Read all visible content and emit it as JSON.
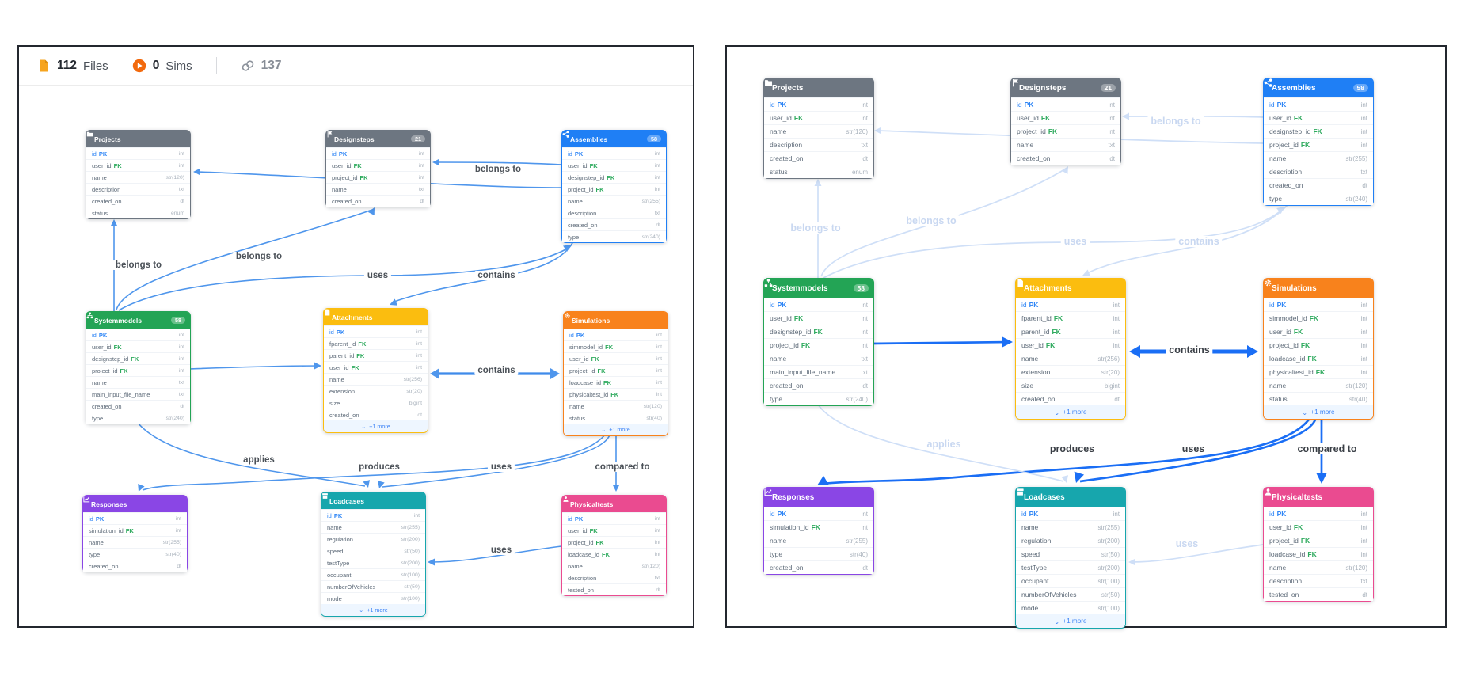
{
  "toolbar": {
    "files": {
      "count": "112",
      "label": "Files"
    },
    "sims": {
      "count": "0",
      "label": "Sims"
    },
    "links": {
      "count": "137"
    }
  },
  "more_label": "+1 more",
  "colors": {
    "edge": "#4f96ec",
    "edge_bold": "#1a6ef5",
    "edge_faded": "#cfdff7",
    "pk": "#2f86f6",
    "fk": "#2eaa5e",
    "gray_header": "#6d7681",
    "blue_header": "#1f7ff5",
    "green_header": "#23a455",
    "amber_header": "#fbbd0f",
    "orange_header": "#f8821c",
    "purple_header": "#8a46e5",
    "teal_header": "#17a6ad",
    "pink_header": "#ea4b90"
  },
  "table_order": [
    "projects",
    "designsteps",
    "assemblies",
    "systemmodels",
    "attachments",
    "simulations",
    "responses",
    "loadcases",
    "physicaltests"
  ],
  "tables": {
    "projects": {
      "title": "Projects",
      "icon": "folder-icon",
      "color": "#6d7681",
      "badge": "",
      "more": "",
      "fields": [
        {
          "n": "id",
          "k": "PK",
          "t": "int"
        },
        {
          "n": "user_id",
          "k": "FK",
          "t": "int"
        },
        {
          "n": "name",
          "k": "",
          "t": "str(120)"
        },
        {
          "n": "description",
          "k": "",
          "t": "txt"
        },
        {
          "n": "created_on",
          "k": "",
          "t": "dt"
        },
        {
          "n": "status",
          "k": "",
          "t": "enum"
        }
      ]
    },
    "designsteps": {
      "title": "Designsteps",
      "icon": "flag-icon",
      "color": "#6d7681",
      "badge": "21",
      "more": "",
      "fields": [
        {
          "n": "id",
          "k": "PK",
          "t": "int"
        },
        {
          "n": "user_id",
          "k": "FK",
          "t": "int"
        },
        {
          "n": "project_id",
          "k": "FK",
          "t": "int"
        },
        {
          "n": "name",
          "k": "",
          "t": "txt"
        },
        {
          "n": "created_on",
          "k": "",
          "t": "dt"
        }
      ]
    },
    "assemblies": {
      "title": "Assemblies",
      "icon": "nodes-icon",
      "color": "#1f7ff5",
      "badge": "58",
      "more": "",
      "fields": [
        {
          "n": "id",
          "k": "PK",
          "t": "int"
        },
        {
          "n": "user_id",
          "k": "FK",
          "t": "int"
        },
        {
          "n": "designstep_id",
          "k": "FK",
          "t": "int"
        },
        {
          "n": "project_id",
          "k": "FK",
          "t": "int"
        },
        {
          "n": "name",
          "k": "",
          "t": "str(255)"
        },
        {
          "n": "description",
          "k": "",
          "t": "txt"
        },
        {
          "n": "created_on",
          "k": "",
          "t": "dt"
        },
        {
          "n": "type",
          "k": "",
          "t": "str(240)"
        }
      ]
    },
    "systemmodels": {
      "title": "Systemmodels",
      "icon": "sitemap-icon",
      "color": "#23a455",
      "badge": "58",
      "more": "",
      "fields": [
        {
          "n": "id",
          "k": "PK",
          "t": "int"
        },
        {
          "n": "user_id",
          "k": "FK",
          "t": "int"
        },
        {
          "n": "designstep_id",
          "k": "FK",
          "t": "int"
        },
        {
          "n": "project_id",
          "k": "FK",
          "t": "int"
        },
        {
          "n": "name",
          "k": "",
          "t": "txt"
        },
        {
          "n": "main_input_file_name",
          "k": "",
          "t": "txt"
        },
        {
          "n": "created_on",
          "k": "",
          "t": "dt"
        },
        {
          "n": "type",
          "k": "",
          "t": "str(240)"
        }
      ]
    },
    "attachments": {
      "title": "Attachments",
      "icon": "file-icon",
      "color": "#fbbd0f",
      "badge": "",
      "more": "+1 more",
      "fields": [
        {
          "n": "id",
          "k": "PK",
          "t": "int"
        },
        {
          "n": "fparent_id",
          "k": "FK",
          "t": "int"
        },
        {
          "n": "parent_id",
          "k": "FK",
          "t": "int"
        },
        {
          "n": "user_id",
          "k": "FK",
          "t": "int"
        },
        {
          "n": "name",
          "k": "",
          "t": "str(256)"
        },
        {
          "n": "extension",
          "k": "",
          "t": "str(20)"
        },
        {
          "n": "size",
          "k": "",
          "t": "bigint"
        },
        {
          "n": "created_on",
          "k": "",
          "t": "dt"
        }
      ]
    },
    "simulations": {
      "title": "Simulations",
      "icon": "gear-icon",
      "color": "#f8821c",
      "badge": "",
      "more": "+1 more",
      "fields": [
        {
          "n": "id",
          "k": "PK",
          "t": "int"
        },
        {
          "n": "simmodel_id",
          "k": "FK",
          "t": "int"
        },
        {
          "n": "user_id",
          "k": "FK",
          "t": "int"
        },
        {
          "n": "project_id",
          "k": "FK",
          "t": "int"
        },
        {
          "n": "loadcase_id",
          "k": "FK",
          "t": "int"
        },
        {
          "n": "physicaltest_id",
          "k": "FK",
          "t": "int"
        },
        {
          "n": "name",
          "k": "",
          "t": "str(120)"
        },
        {
          "n": "status",
          "k": "",
          "t": "str(40)"
        }
      ]
    },
    "responses": {
      "title": "Responses",
      "icon": "chart-icon",
      "color": "#8a46e5",
      "badge": "",
      "more": "",
      "fields": [
        {
          "n": "id",
          "k": "PK",
          "t": "int"
        },
        {
          "n": "simulation_id",
          "k": "FK",
          "t": "int"
        },
        {
          "n": "name",
          "k": "",
          "t": "str(255)"
        },
        {
          "n": "type",
          "k": "",
          "t": "str(40)"
        },
        {
          "n": "created_on",
          "k": "",
          "t": "dt"
        }
      ]
    },
    "loadcases": {
      "title": "Loadcases",
      "icon": "box-icon",
      "color": "#17a6ad",
      "badge": "",
      "more": "+1 more",
      "fields": [
        {
          "n": "id",
          "k": "PK",
          "t": "int"
        },
        {
          "n": "name",
          "k": "",
          "t": "str(255)"
        },
        {
          "n": "regulation",
          "k": "",
          "t": "str(200)"
        },
        {
          "n": "speed",
          "k": "",
          "t": "str(50)"
        },
        {
          "n": "testType",
          "k": "",
          "t": "str(200)"
        },
        {
          "n": "occupant",
          "k": "",
          "t": "str(100)"
        },
        {
          "n": "numberOfVehicles",
          "k": "",
          "t": "str(50)"
        },
        {
          "n": "mode",
          "k": "",
          "t": "str(100)"
        }
      ]
    },
    "physicaltests": {
      "title": "Physicaltests",
      "icon": "person-icon",
      "color": "#ea4b90",
      "badge": "",
      "more": "",
      "fields": [
        {
          "n": "id",
          "k": "PK",
          "t": "int"
        },
        {
          "n": "user_id",
          "k": "FK",
          "t": "int"
        },
        {
          "n": "project_id",
          "k": "FK",
          "t": "int"
        },
        {
          "n": "loadcase_id",
          "k": "FK",
          "t": "int"
        },
        {
          "n": "name",
          "k": "",
          "t": "str(120)"
        },
        {
          "n": "description",
          "k": "",
          "t": "txt"
        },
        {
          "n": "tested_on",
          "k": "",
          "t": "dt"
        }
      ]
    }
  },
  "edges": [
    {
      "id": "assemblies-designsteps",
      "label": "belongs to"
    },
    {
      "id": "assemblies-projects",
      "label": ""
    },
    {
      "id": "systemmodels-projects",
      "label": "belongs to"
    },
    {
      "id": "systemmodels-designsteps",
      "label": "belongs to"
    },
    {
      "id": "systemmodels-assemblies",
      "label": "uses"
    },
    {
      "id": "assemblies-attachments",
      "label": "contains"
    },
    {
      "id": "systemmodels-attachments",
      "label": ""
    },
    {
      "id": "attachments-simulations",
      "label": "contains"
    },
    {
      "id": "simulations-responses",
      "label": "produces"
    },
    {
      "id": "systemmodels-loadcases",
      "label": "applies"
    },
    {
      "id": "simulations-loadcases",
      "label": "uses"
    },
    {
      "id": "simulations-physicaltests",
      "label": "compared to"
    },
    {
      "id": "physicaltests-loadcases",
      "label": "uses"
    }
  ]
}
